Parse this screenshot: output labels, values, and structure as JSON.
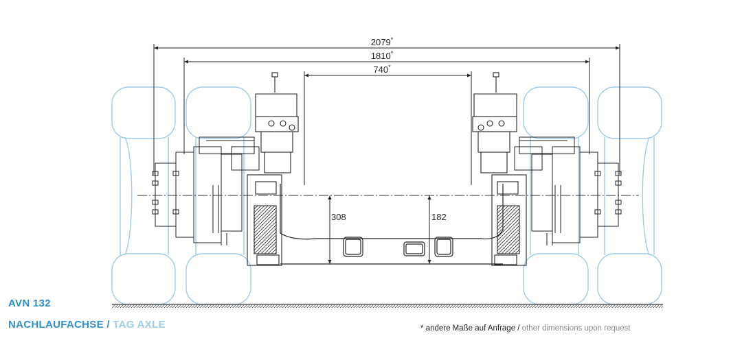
{
  "title": {
    "model": "AVN 132",
    "name_de": "NACHLAUFACHSE",
    "separator": " / ",
    "name_en": "TAG AXLE"
  },
  "dimensions": {
    "overall": "2079",
    "mid": "1810",
    "inner": "740",
    "star": "*",
    "left_height": "308",
    "right_height": "182"
  },
  "footnote": {
    "marker": "*",
    "text_de": " andere Maße auf Anfrage / ",
    "text_en": "other dimensions upon request"
  },
  "colors": {
    "accent": "#2f8fc8",
    "accent_light": "#9fcbe6",
    "tyre_outline": "#9fcbe6",
    "line": "#222222"
  }
}
